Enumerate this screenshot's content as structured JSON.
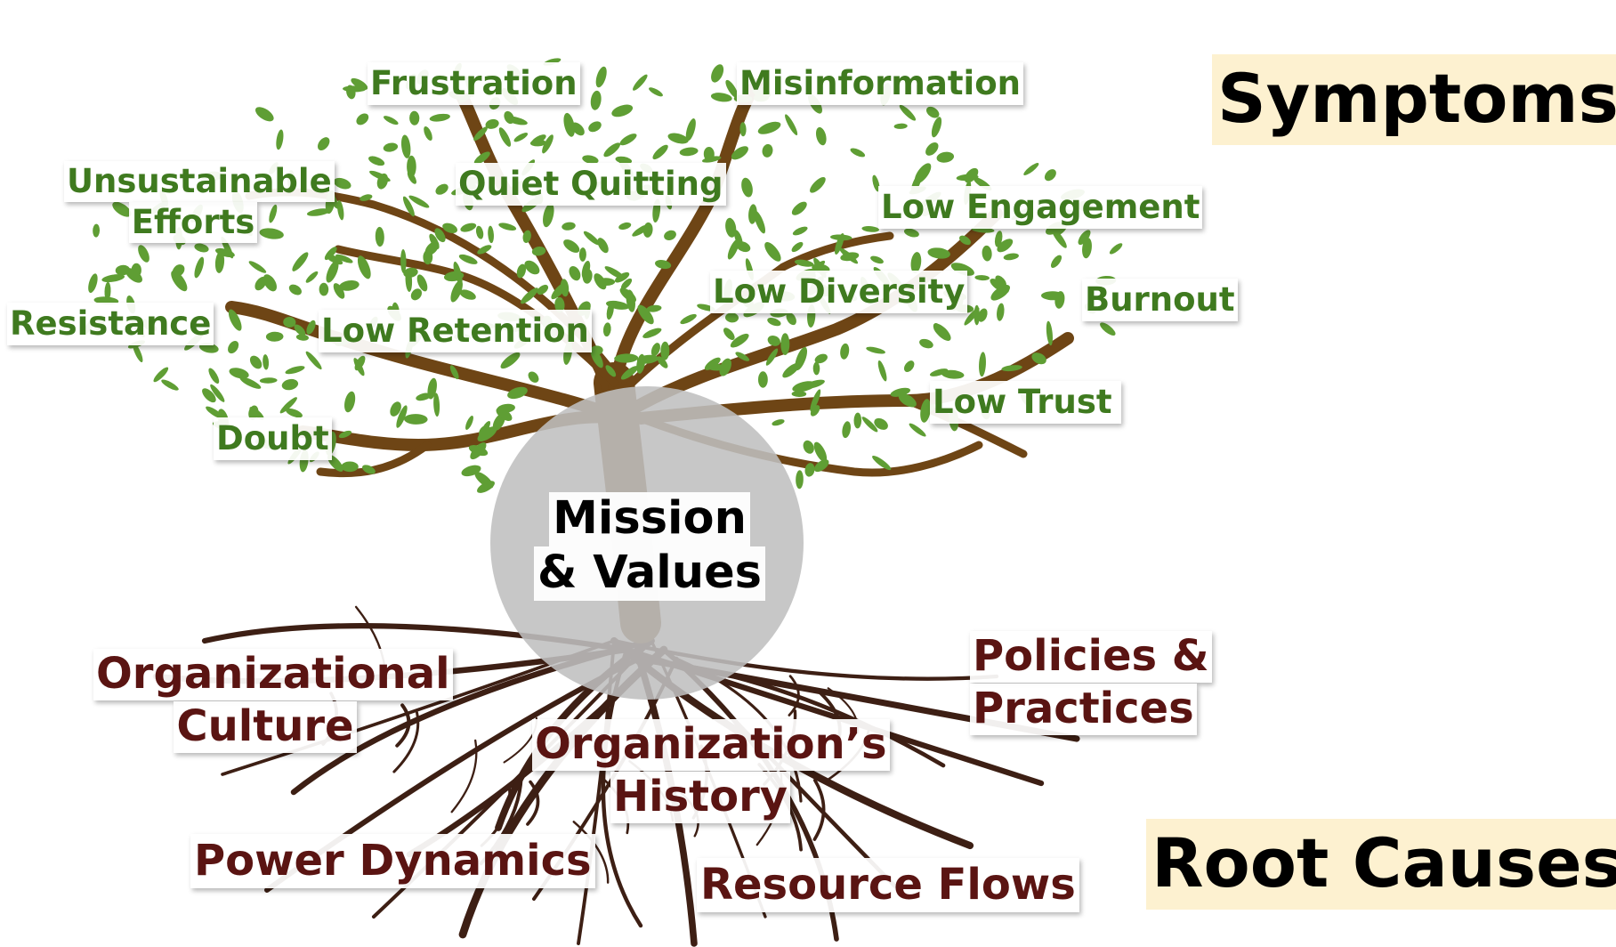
{
  "sections": {
    "symptoms": "Symptoms",
    "root_causes": "Root Causes"
  },
  "center": {
    "line1": "Mission",
    "line2": "& Values"
  },
  "symptoms": {
    "frustration": "Frustration",
    "misinformation": "Misinformation",
    "unsustainable_1": "Unsustainable",
    "unsustainable_2": "Efforts",
    "quiet_quitting": "Quiet Quitting",
    "low_engagement": "Low Engagement",
    "resistance": "Resistance",
    "low_retention": "Low Retention",
    "low_diversity": "Low Diversity",
    "burnout": "Burnout",
    "low_trust": "Low Trust",
    "doubt": "Doubt"
  },
  "root_causes": {
    "org_culture_1": "Organizational",
    "org_culture_2": "Culture",
    "policies_1": "Policies &",
    "policies_2": "Practices",
    "history_1": "Organization’s",
    "history_2": "History",
    "power_dynamics": "Power Dynamics",
    "resource_flows": "Resource Flows"
  },
  "colors": {
    "leaf": "#5f9e34",
    "branch": "#6e4515",
    "root": "#3d1f14",
    "symptom_text": "#3f7a1f",
    "root_text": "#5a1412",
    "section_bg": "#fdf1d0"
  }
}
